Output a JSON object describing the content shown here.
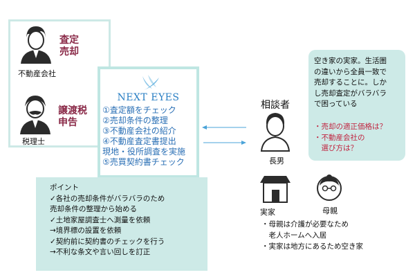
{
  "professionals": {
    "agency": {
      "name": "不動産会社",
      "roles": [
        "査定",
        "売却"
      ]
    },
    "tax": {
      "name": "税理士",
      "roles": [
        "譲渡税",
        "申告"
      ]
    }
  },
  "next_eyes": {
    "title": "NEXT EYES",
    "services": [
      "①査定額をチェック",
      "②売却条件の整理",
      "③不動産会社の紹介",
      "④不動産査定書提出",
      "現地・役所調査を実施",
      "⑤売買契約書チェック"
    ]
  },
  "points": {
    "lines": [
      "ポイント",
      "✓各社の売却条件がバラバラのため",
      "売却条件の整理から始める",
      "✓土地家屋調査士へ測量を依頼",
      "→境界標の設置を依頼",
      "✓契約前に契約書のチェックを行う",
      "→不利な条文や言い回しを訂正"
    ]
  },
  "client": {
    "title": "相談者",
    "person": "長男",
    "house": "実家",
    "mother": "母親",
    "notes": [
      "・母親は介護が必要なため",
      "　老人ホームへ入居",
      "・実家は地方にあるため空き家"
    ]
  },
  "info": {
    "lines": [
      "空き家の実家。生活圏",
      "の違いから全員一致で",
      "売却することに。しか",
      "し売却査定がバラバラ",
      "で困っている"
    ],
    "concerns": [
      "・売却の適正価格は？",
      "・不動産会社の",
      "　選び方は？"
    ]
  },
  "colors": {
    "frame": "#cde9e6",
    "panel": "#cdeae7",
    "role": "#8a2a48",
    "service": "#2a6fb5",
    "concern": "#c0233f",
    "arrow": "#4aa3d8"
  }
}
